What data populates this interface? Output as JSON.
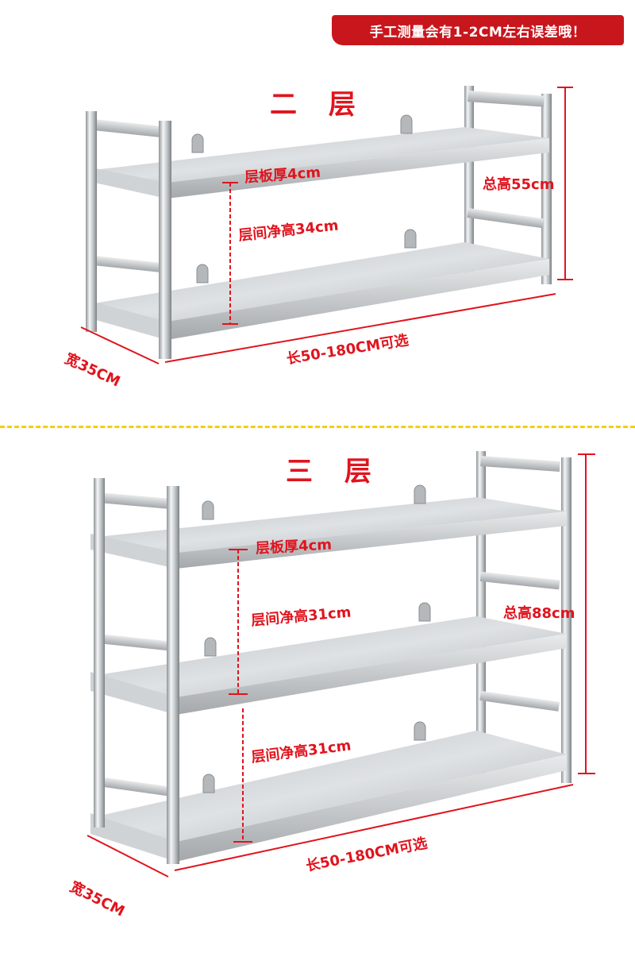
{
  "notice": "手工测量会有1-2CM左右误差哦！",
  "colors": {
    "accent": "#e0141e",
    "banner": "#c8161d",
    "divider": "#f5d000",
    "steel": "#c9cdd0"
  },
  "two_tier": {
    "title": "二 层",
    "shelf_thickness": "层板厚4cm",
    "clear_height": "层间净高34cm",
    "total_height": "总高55cm",
    "length": "长50-180CM可选",
    "width": "宽35CM"
  },
  "three_tier": {
    "title": "三 层",
    "shelf_thickness": "层板厚4cm",
    "clear_height_upper": "层间净高31cm",
    "clear_height_lower": "层间净高31cm",
    "total_height": "总高88cm",
    "length": "长50-180CM可选",
    "width": "宽35CM"
  }
}
